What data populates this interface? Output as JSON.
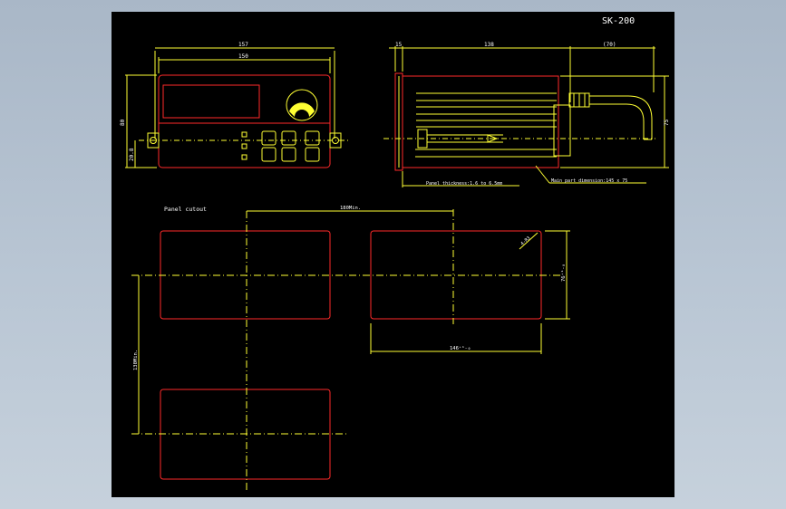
{
  "title": "SK-200",
  "front_view": {
    "overall_width": "157",
    "inner_width": "150",
    "height": "80",
    "mount_height": "20.8"
  },
  "side_view": {
    "bezel_depth": "15",
    "body_depth": "138",
    "connector_length": "(70)",
    "height": "75",
    "panel_note": "Panel thickness:1.6 to 6.5mm",
    "main_note": "Main part dimension:145 x 75"
  },
  "cutout": {
    "title": "Panel cutout",
    "pitch_h": "180Min.",
    "pitch_v": "130Min.",
    "corner": "4-R3",
    "width": "146⁺¹₋₀",
    "height": "76⁺¹₋₀"
  },
  "colors": {
    "outline": "#ff2a2a",
    "dimension": "#ffff33",
    "text": "#ffffff",
    "sheet": "#000000"
  },
  "icons": [
    "dial-icon",
    "knob-icon",
    "cable-icon"
  ]
}
